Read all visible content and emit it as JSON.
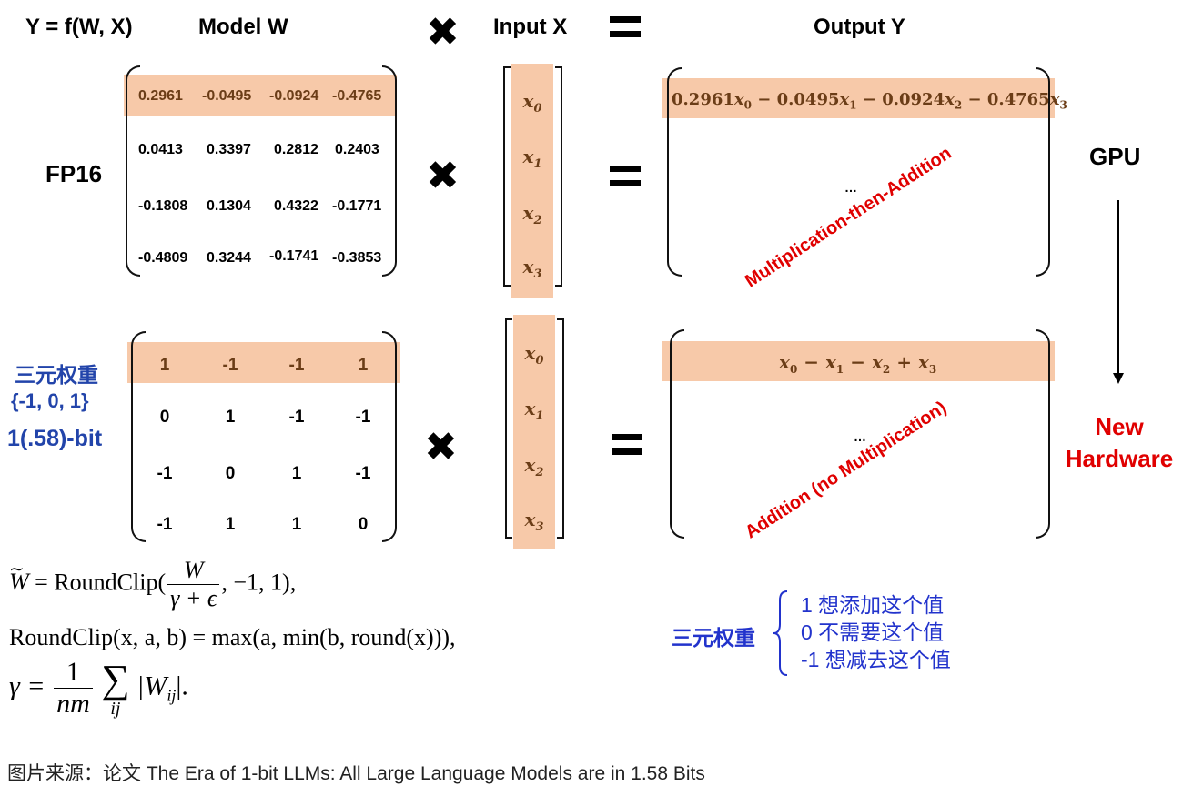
{
  "header": {
    "eq": "Y = f(W, X)",
    "model": "Model W",
    "input": "Input X",
    "output": "Output Y"
  },
  "fp16": {
    "label": "FP16",
    "matrix": [
      [
        "0.2961",
        "-0.0495",
        "-0.0924",
        "-0.4765"
      ],
      [
        "0.0413",
        "0.3397",
        "0.2812",
        "0.2403"
      ],
      [
        "-0.1808",
        "0.1304",
        "0.4322",
        "-0.1771"
      ],
      [
        "-0.4809",
        "0.3244",
        "-0.1741",
        "-0.3853"
      ]
    ],
    "inputs": [
      "x",
      "x",
      "x",
      "x"
    ],
    "input_subs": [
      "0",
      "1",
      "2",
      "3"
    ],
    "output_row": "0.2961x0 − 0.0495x1 − 0.0924x2 − 0.4765x3",
    "output_ellipsis": "…",
    "annotation": "Multiplication-then-Addition",
    "hw": "GPU"
  },
  "ternary": {
    "labels": [
      "三元权重",
      "{-1, 0, 1}",
      "1(.58)-bit"
    ],
    "matrix": [
      [
        "1",
        "-1",
        "-1",
        "1"
      ],
      [
        "0",
        "1",
        "-1",
        "-1"
      ],
      [
        "-1",
        "0",
        "1",
        "-1"
      ],
      [
        "-1",
        "1",
        "1",
        "0"
      ]
    ],
    "output_row": "x0 − x1 − x2 + x3",
    "output_ellipsis": "…",
    "annotation": "Addition (no Multiplication)",
    "hw": [
      "New",
      "Hardware"
    ]
  },
  "formulas": {
    "line1_prefix": "= RoundClip(",
    "line1_num": "W",
    "line1_den": "γ + ϵ",
    "line1_suffix": ", −1, 1),",
    "line2": "RoundClip(x, a, b) = max(a, min(b, round(x))),",
    "line3_prefix": "γ =",
    "line3_num": "1",
    "line3_den": "nm",
    "line3_sum_sub": "ij",
    "line3_suffix": "|W",
    "line3_suffix_sub": "ij",
    "line3_end": "|."
  },
  "legend": {
    "title": "三元权重",
    "items": [
      "1  想添加这个值",
      "0  不需要这个值",
      "-1 想减去这个值"
    ]
  },
  "caption": "图片来源：论文 The Era of 1-bit LLMs: All Large Language Models are in 1.58 Bits",
  "colors": {
    "highlight": "#f7c9a9",
    "red": "#e00000",
    "blue": "#2244aa",
    "legend_blue": "#2233cc"
  }
}
